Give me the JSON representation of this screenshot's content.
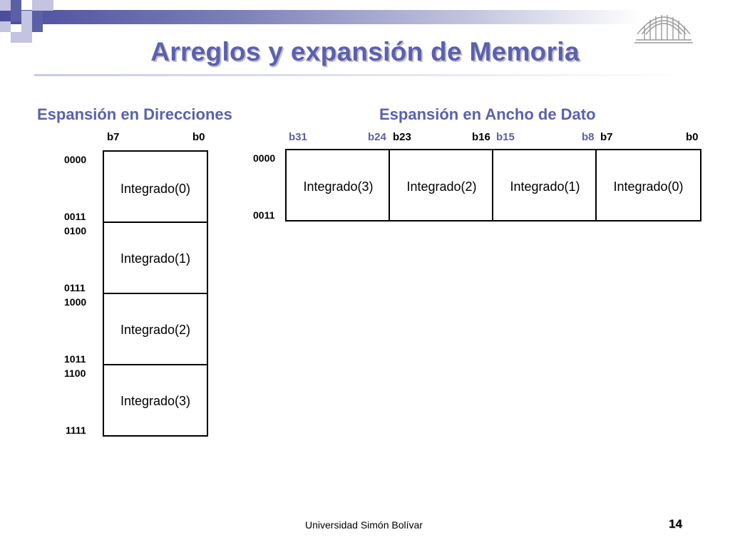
{
  "title": "Arreglos y expansión de Memoria",
  "left": {
    "heading": "Espansión en Direcciones",
    "bit_high": "b7",
    "bit_low": "b0",
    "blocks": [
      {
        "label": "Integrado(0)",
        "addr_start": "0000",
        "addr_end": "0011"
      },
      {
        "label": "Integrado(1)",
        "addr_start": "0100",
        "addr_end": "0111"
      },
      {
        "label": "Integrado(2)",
        "addr_start": "1000",
        "addr_end": "1011"
      },
      {
        "label": "Integrado(3)",
        "addr_start": "1100",
        "addr_end": "1111"
      }
    ]
  },
  "right": {
    "heading": "Espansión en Ancho de Dato",
    "addr_start": "0000",
    "addr_end": "0011",
    "columns": [
      {
        "label": "Integrado(3)",
        "bit_high": "b31",
        "bit_low": "b24"
      },
      {
        "label": "Integrado(2)",
        "bit_high": "b23",
        "bit_low": "b16"
      },
      {
        "label": "Integrado(1)",
        "bit_high": "b15",
        "bit_low": "b8"
      },
      {
        "label": "Integrado(0)",
        "bit_high": "b7",
        "bit_low": "b0"
      }
    ]
  },
  "footer": {
    "institution": "Universidad Simón Bolívar",
    "page_number": "14"
  },
  "colors": {
    "title": "#5b60ae",
    "header_bar": "#4a4d9c",
    "accent_light": "#c2c4e0"
  }
}
